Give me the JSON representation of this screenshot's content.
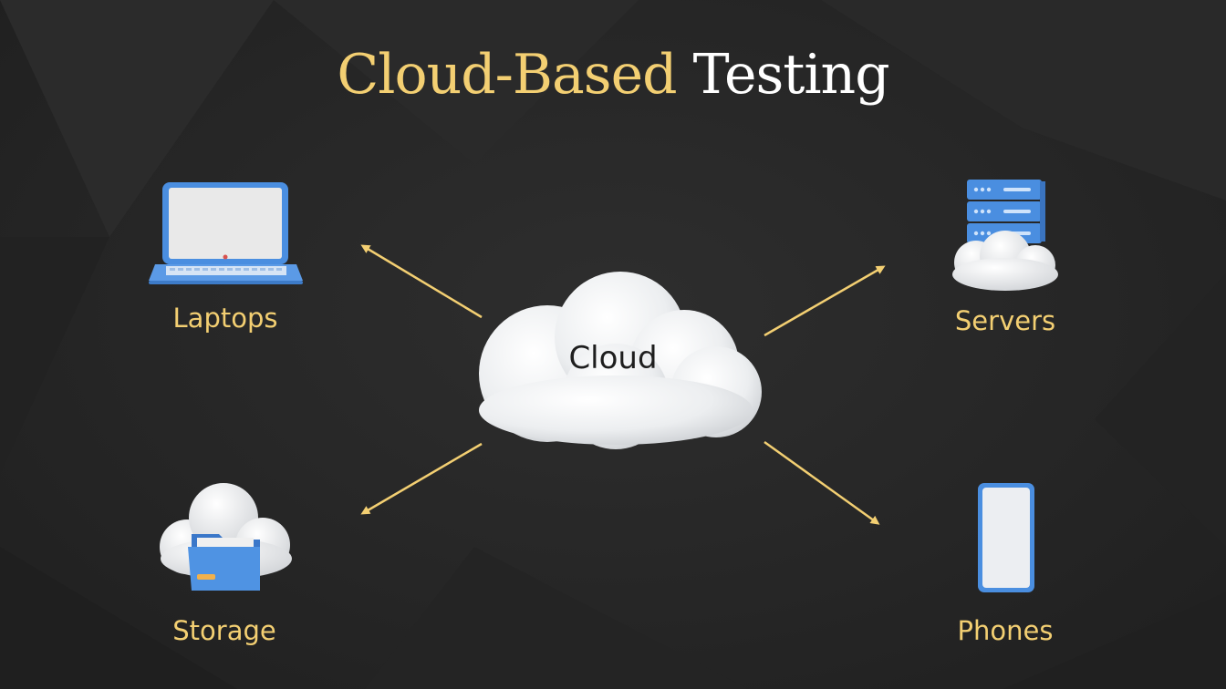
{
  "title": {
    "accent": "Cloud-Based",
    "rest": "Testing"
  },
  "center": {
    "label": "Cloud",
    "icon": "cloud-icon"
  },
  "nodes": [
    {
      "label": "Laptops",
      "icon": "laptop-icon"
    },
    {
      "label": "Servers",
      "icon": "server-rack-icon"
    },
    {
      "label": "Storage",
      "icon": "cloud-folder-icon"
    },
    {
      "label": "Phones",
      "icon": "phone-icon"
    }
  ],
  "colors": {
    "background": "#262626",
    "accent": "#f3cf72",
    "title_text": "#ffffff",
    "device_blue": "#4a8ee0",
    "screen": "#eaeaea"
  }
}
